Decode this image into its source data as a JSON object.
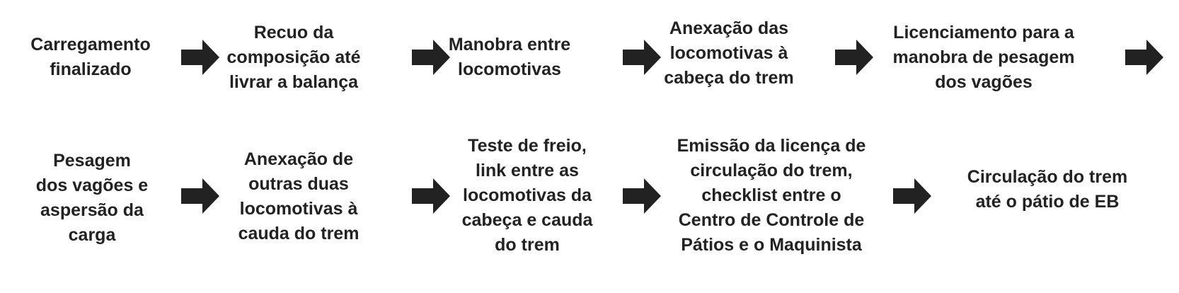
{
  "colors": {
    "text": "#222222",
    "arrow": "#222222",
    "background": "#ffffff"
  },
  "flow": {
    "row1": [
      {
        "label": "Carregamento\nfinalizado"
      },
      {
        "label": "Recuo da\ncomposição até\nlivrar a balança"
      },
      {
        "label": "Manobra entre\nlocomotivas"
      },
      {
        "label": "Anexação das\nlocomotivas à\ncabeça do trem"
      },
      {
        "label": "Licenciamento para a\nmanobra de pesagem\ndos vagões"
      }
    ],
    "row2": [
      {
        "label": "Pesagem\ndos vagões e\naspersão da\ncarga"
      },
      {
        "label": "Anexação de\noutras duas\nlocomotivas à\ncauda do trem"
      },
      {
        "label": "Teste de freio,\nlink entre as\nlocomotivas da\ncabeça e cauda\ndo trem"
      },
      {
        "label": "Emissão da licença de\ncirculação do trem,\nchecklist entre o\nCentro de Controle de\nPátios e o Maquinista"
      },
      {
        "label": "Circulação do trem\naté o pátio de EB"
      }
    ],
    "arrow_icon": "right-arrow-icon"
  }
}
